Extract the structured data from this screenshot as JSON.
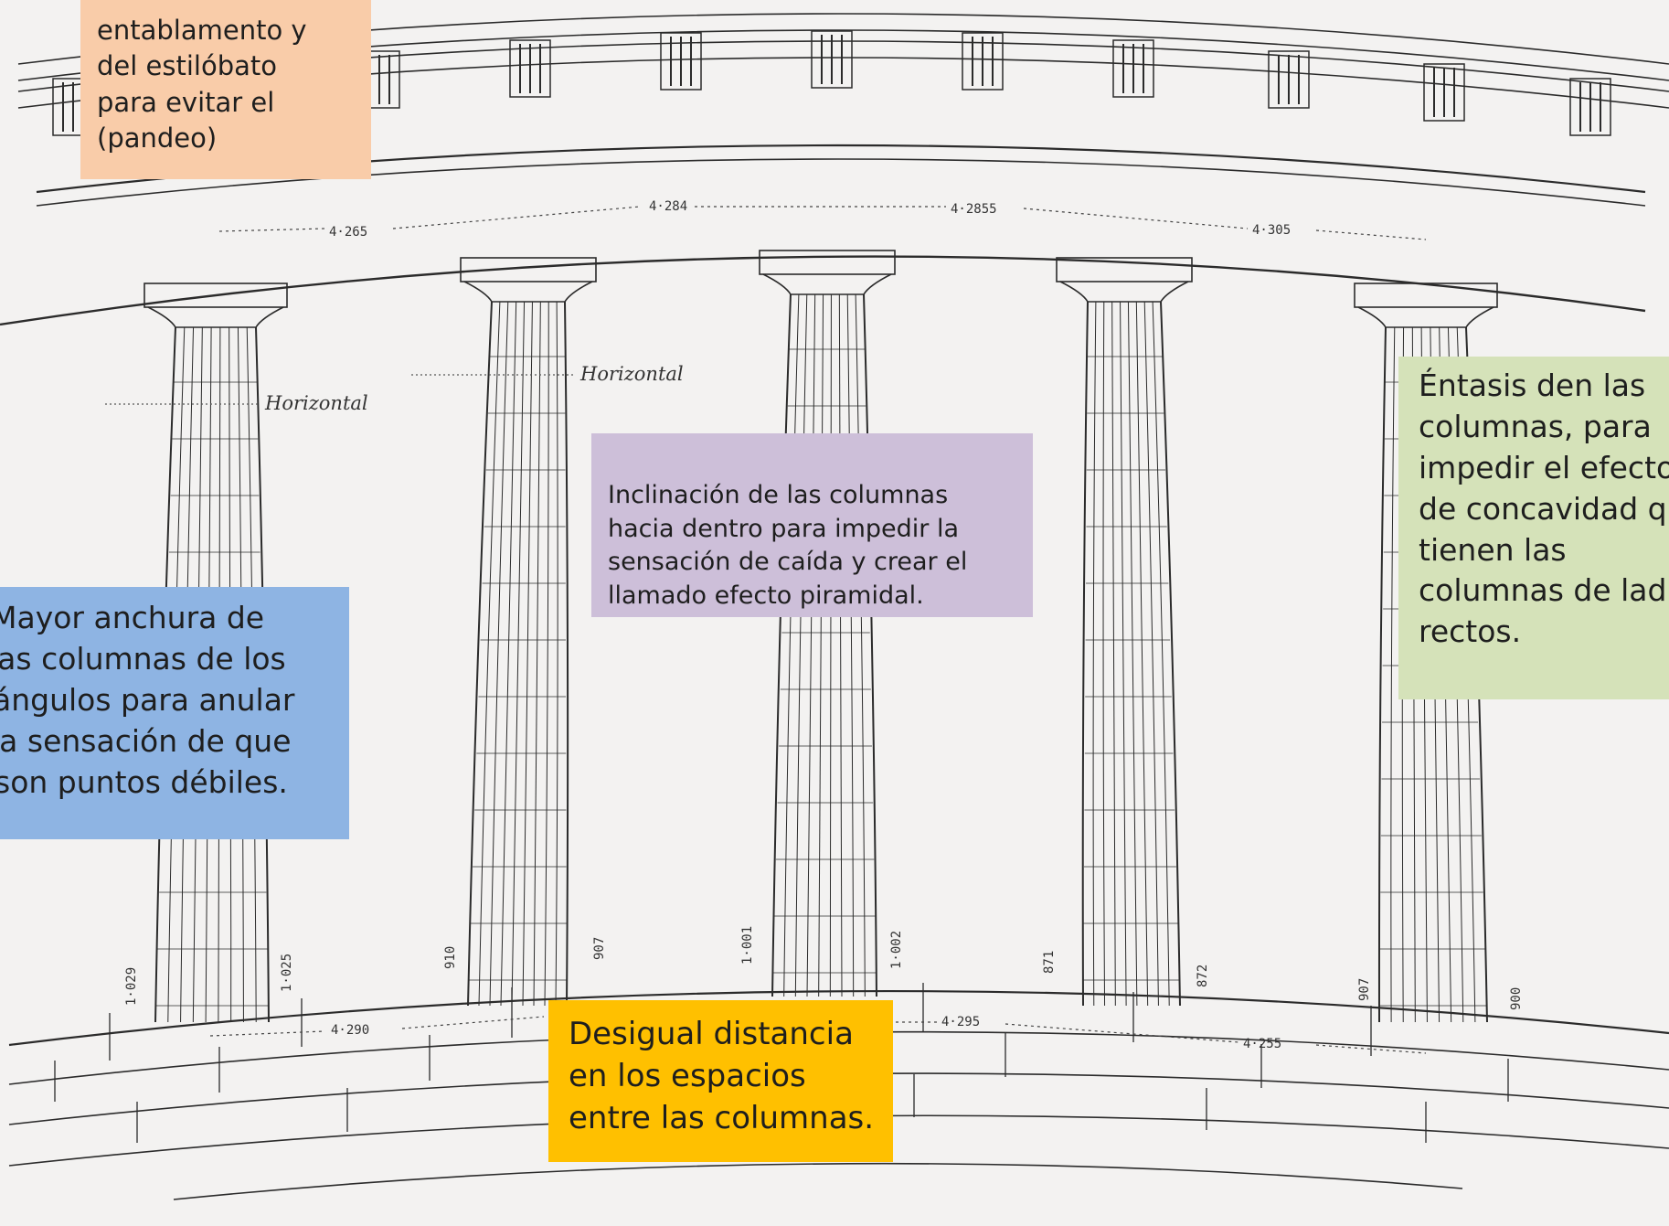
{
  "drawing": {
    "top_spacings": [
      "4·265",
      "4·284",
      "4·2855",
      "4·305"
    ],
    "bottom_spacings": [
      "4·290",
      "4·295",
      "4·255"
    ],
    "horizontal_labels": [
      "Horizontal",
      "Horizontal"
    ],
    "column_diameters": [
      "1·029",
      "1·025",
      "910",
      "907",
      "1·001",
      "1·002",
      "871",
      "872",
      "907",
      "900"
    ]
  },
  "notes": {
    "entablature": [
      "entablamento y",
      "del estilóbato",
      "para evitar el",
      "(pandeo)"
    ],
    "inclination": [
      "Inclinación de las columnas",
      "hacia dentro para impedir la",
      "sensación de caída y crear el",
      "llamado efecto piramidal."
    ],
    "entasis": [
      "Éntasis den las",
      "columnas, para",
      "impedir el efecto",
      "de concavidad q",
      "tienen las",
      "columnas de lad",
      "rectos."
    ],
    "corner": [
      "Mayor anchura de",
      "las columnas de los",
      "ángulos para anular",
      "la sensación de que",
      "son puntos débiles."
    ],
    "spacing": [
      "Desigual distancia",
      "en los espacios",
      "entre las columnas."
    ]
  },
  "colors": {
    "background": "#f3f2f1",
    "line": "#2b2b2b",
    "entablature_note": "#f9cca9",
    "inclination_note": "#cdbfd9",
    "entasis_note": "#d5e2b9",
    "corner_note": "#8eb4e3",
    "spacing_note": "#ffc000"
  }
}
